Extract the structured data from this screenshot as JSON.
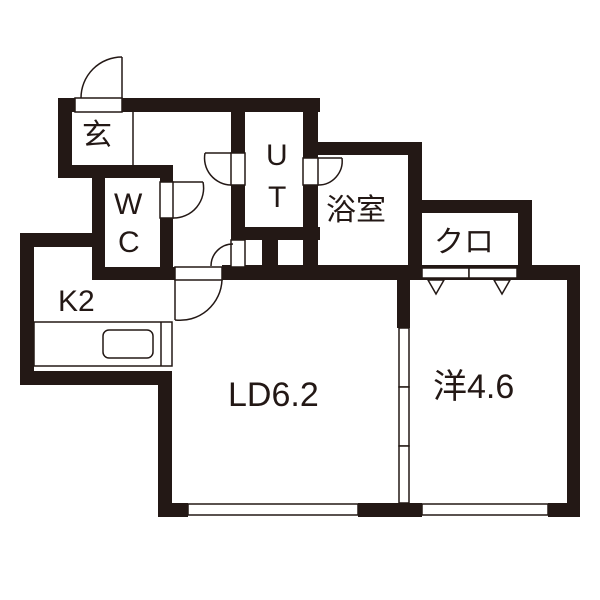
{
  "colors": {
    "wall": "#231815",
    "background": "#ffffff"
  },
  "rooms": {
    "genkan": "玄",
    "wc_line1": "W",
    "wc_line2": "C",
    "ut_line1": "U",
    "ut_line2": "T",
    "bath": "浴室",
    "closet": "クロ",
    "kitchen": "K2",
    "living_dining": "LD6.2",
    "western_room": "洋4.6"
  }
}
